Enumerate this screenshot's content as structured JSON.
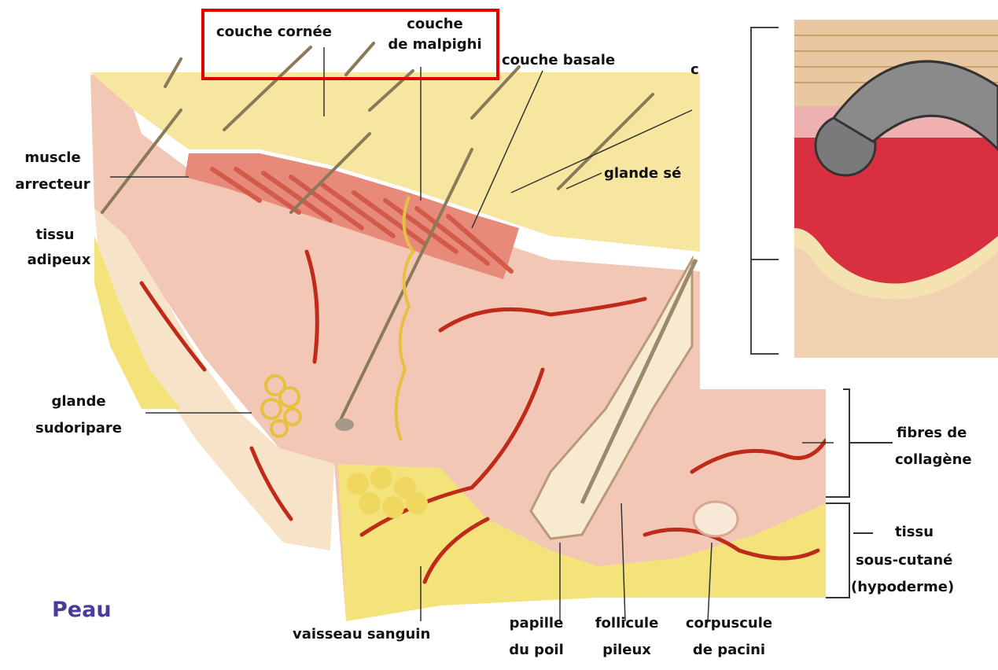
{
  "diagram": {
    "title": "Peau",
    "labels": {
      "couche_cornee": "couche cornée",
      "couche_malpighi_1": "couche",
      "couche_malpighi_2": "de malpighi",
      "couche_basale": "couche basale",
      "top_right_fragment": "c",
      "glande_sebacee": "glande sé",
      "muscle_1": "muscle",
      "muscle_2": "arrecteur",
      "tissu_adipeux_1": "tissu",
      "tissu_adipeux_2": "adipeux",
      "glande_sudoripare_1": "glande",
      "glande_sudoripare_2": "sudoripare",
      "fibres_1": "fibres de",
      "fibres_2": "collagène",
      "hypoderme_1": "tissu",
      "hypoderme_2": "sous-cutané",
      "hypoderme_3": "(hypoderme)",
      "vaisseau": "vaisseau sanguin",
      "papille_1": "papille",
      "papille_2": "du poil",
      "follicule_1": "follicule",
      "follicule_2": "pileux",
      "corpuscule_1": "corpuscule",
      "corpuscule_2": "de pacini"
    },
    "colors": {
      "highlight": "#e00000",
      "title": "#4a3aa0",
      "epidermis": "#f6e6a0",
      "dermis": "#f2c4b4",
      "vessel": "#c02a1a",
      "fat": "#f4e27a"
    }
  }
}
